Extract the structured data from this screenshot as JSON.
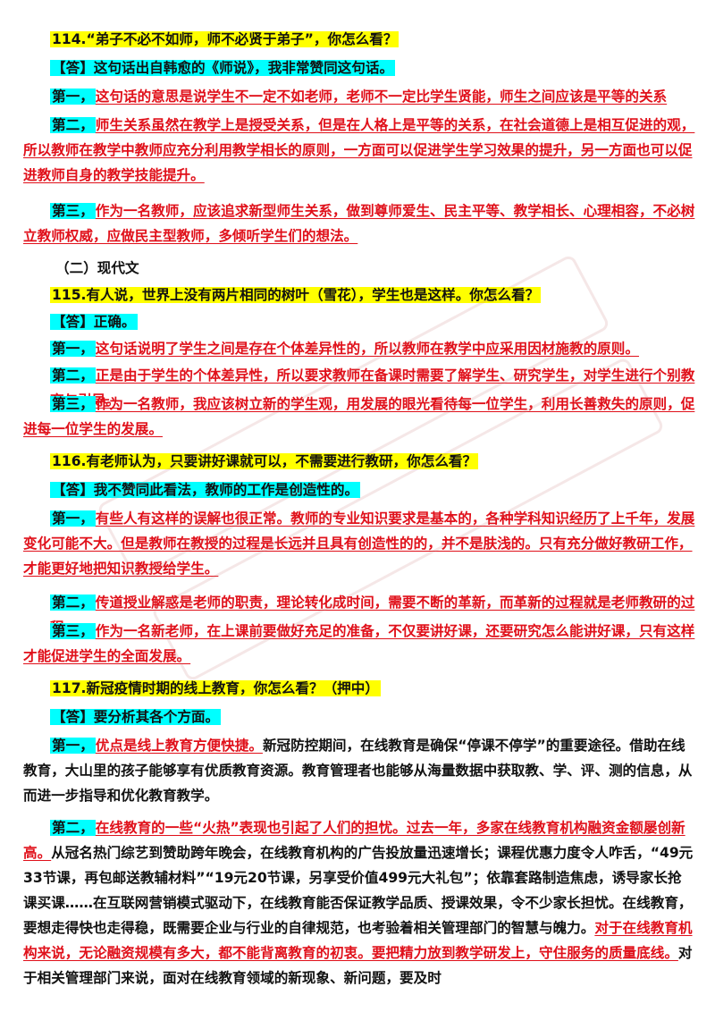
{
  "q114": {
    "question": "114.“弟子不必不如师，师不必贤于弟子”，你怎么看？",
    "answer": "【答】这句话出自韩愈的《师说》，我非常赞同这句话。",
    "p1_label": "第一，",
    "p1_text": "这句话的意思是说学生不一定不如老师，老师不一定比学生贤能，师生之间应该是平等的关系",
    "p2_label": "第二，",
    "p2_text": "师生关系虽然在教学上是授受关系，但是在人格上是平等的关系，在社会道德上是相互促进的观，所以教师在教学中教师应充分利用教学相长的原则，一方面可以促进学生学习效果的提升，另一方面也可以促进教师自身的教学技能提升。",
    "p3_label": "第三，",
    "p3_text": "作为一名教师，应该追求新型师生关系，做到尊师爱生、民主平等、教学相长、心理相容，不必树立教师权威，应做民主型教师，多倾听学生们的想法。"
  },
  "section": "（二）现代文",
  "q115": {
    "question": "115.有人说，世界上没有两片相同的树叶（雪花），学生也是这样。你怎么看？",
    "answer": "【答】正确。",
    "p1_label": "第一，",
    "p1_text": "这句话说明了学生之间是存在个体差异性的，所以教师在教学中应采用因材施教的原则。",
    "p2_label": "第二，",
    "p2_text": "正是由于学生的个体差异性，所以要求教师在备课时需要了解学生、研究学生，对学生进行个别教育与引导。",
    "p3_label": "第三，",
    "p3_text": "作为一名教师，我应该树立新的学生观，用发展的眼光看待每一位学生，利用长善救失的原则，促进每一位学生的发展。"
  },
  "q116": {
    "question": "116.有老师认为，只要讲好课就可以，不需要进行教研，你怎么看？",
    "answer": "【答】我不赞同此看法，教师的工作是创造性的。",
    "p1_label": "第一，",
    "p1_text": "有些人有这样的误解也很正常。教师的专业知识要求是基本的，各种学科知识经历了上千年，发展变化可能不大。但是教师在教授的过程是长远并且具有创造性的的，并不是肤浅的。只有充分做好教研工作，才能更好地把知识教授给学生。",
    "p2_label": "第二，",
    "p2_text": "传道授业解惑是老师的职责，理论转化成时间，需要不断的革新，而革新的过程就是老师教研的过程。",
    "p3_label": "第三，",
    "p3_text": "作为一名新老师，在上课前要做好充足的准备，不仅要讲好课，还要研究怎么能讲好课，只有这样才能促进学生的全面发展。"
  },
  "q117": {
    "question": "117.新冠疫情时期的线上教育，你怎么看？（押中）",
    "answer": "【答】要分析其各个方面。",
    "p1_label": "第一，",
    "p1_red": "优点是线上教育方便快捷。",
    "p1_text": "新冠防控期间，在线教育是确保“停课不停学”的重要途径。借助在线教育，大山里的孩子能够享有优质教育资源。教育管理者也能够从海量数据中获取教、学、评、测的信息，从而进一步指导和优化教育教学。",
    "p2_label": "第二，",
    "p2_red": "在线教育的一些“火热”表现也引起了人们的担忧。过去一年，多家在线教育机构融资金额屡创新高。",
    "p2_text": "从冠名热门综艺到赞助跨年晚会，在线教育机构的广告投放量迅速增长；课程优惠力度令人咋舌，“49元33节课，再包邮送教辅材料”“19元20节课，另享受价值499元大礼包”；依靠套路制造焦虑，诱导家长抢课买课……在互联网营销模式驱动下，在线教育能否保证教学品质、授课效果，令不少家长担忧。在线教育，要想走得快也走得稳，既需要企业与行业的自律规范，也考验着相关管理部门的智慧与魄力。",
    "p2_red2": "对于在线教育机构来说，无论融资规模有多大，都不能背离教育的初衷。要把精力放到教学研发上，守住服务的质量底线。",
    "p2_tail": "对于相关管理部门来说，面对在线教育领域的新现象、新问题，要及时"
  },
  "colors": {
    "yellow": "#ffff00",
    "cyan": "#00ffff",
    "red": "#e0101a"
  }
}
